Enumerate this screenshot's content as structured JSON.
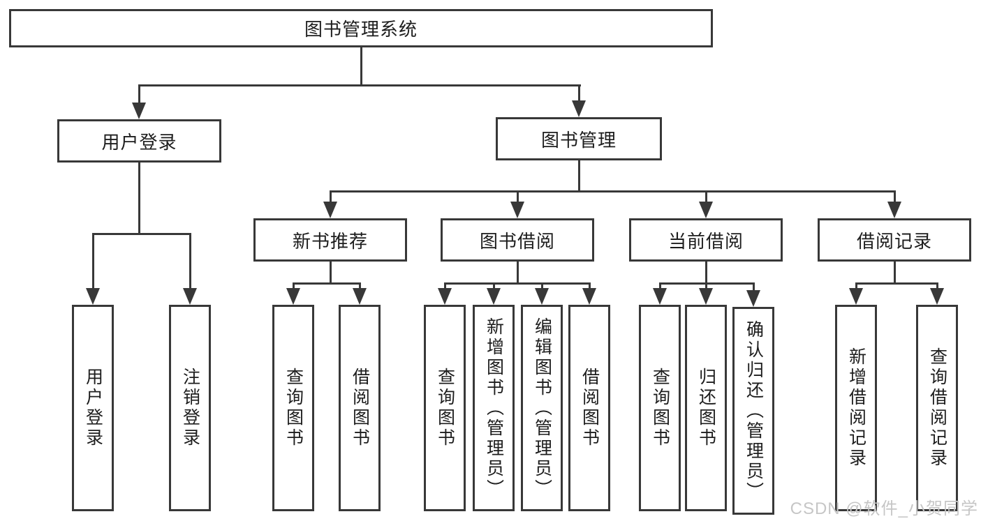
{
  "tree": {
    "label": "图书管理系统",
    "children": [
      {
        "label": "用户登录",
        "children": [
          {
            "label": "用户登录"
          },
          {
            "label": "注销登录"
          }
        ]
      },
      {
        "label": "图书管理",
        "children": [
          {
            "label": "新书推荐",
            "children": [
              {
                "label": "查询图书"
              },
              {
                "label": "借阅图书"
              }
            ]
          },
          {
            "label": "图书借阅",
            "children": [
              {
                "label": "查询图书"
              },
              {
                "label": "新增图书（管理员）"
              },
              {
                "label": "编辑图书（管理员）"
              },
              {
                "label": "借阅图书"
              }
            ]
          },
          {
            "label": "当前借阅",
            "children": [
              {
                "label": "查询图书"
              },
              {
                "label": "归还图书"
              },
              {
                "label": "确认归还（管理员）"
              }
            ]
          },
          {
            "label": "借阅记录",
            "children": [
              {
                "label": "新增借阅记录"
              },
              {
                "label": "查询借阅记录"
              }
            ]
          }
        ]
      }
    ]
  },
  "watermark": {
    "text": "CSDN @软件_小贺同学"
  },
  "colors": {
    "line": "#383838",
    "text": "#1d1d1d",
    "watermark": "#c6c6c6",
    "background": "#ffffff"
  }
}
